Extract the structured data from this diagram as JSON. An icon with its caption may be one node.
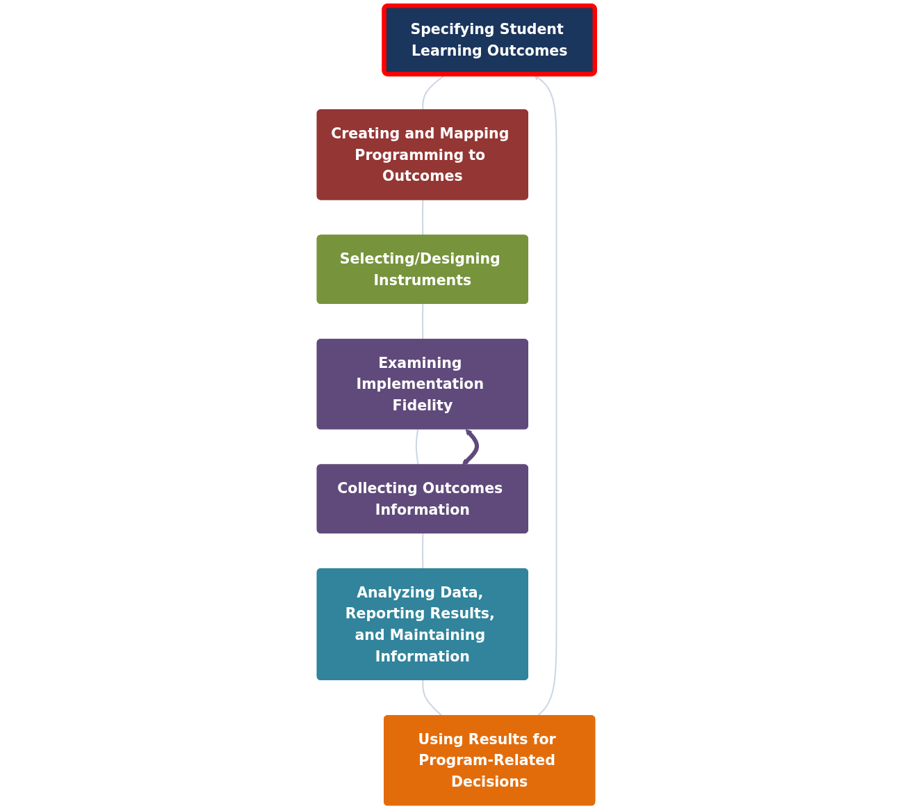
{
  "diagram": {
    "nodes": [
      {
        "text": [
          "Specifying Student Learning Outcomes"
        ]
      },
      {
        "text": [
          "Using Results for Program-Related Decisions"
        ]
      },
      {
        "text": [
          "Creating and Mapping Programming to Outcomes"
        ]
      },
      {
        "text": [
          "Analyzing Data, Reporting Results, and Maintaining Information"
        ]
      },
      {
        "text": [
          "Selecting/Designing Instruments"
        ]
      },
      {
        "text": [
          "Collecting Outcomes Information"
        ]
      },
      {
        "text": [
          "Examining Implementation Fidelity"
        ]
      }
    ],
    "edges": [
      {
        "from": 0,
        "to": 2,
        "arrow": "none"
      },
      {
        "from": 2,
        "to": 4,
        "arrow": "none"
      },
      {
        "from": 4,
        "to": 6,
        "arrow": "none"
      },
      {
        "from": 6,
        "to": 5,
        "arrow": "none"
      },
      {
        "from": 5,
        "to": 6,
        "arrow": "both",
        "style": "thick",
        "color": "#5f4a7b"
      },
      {
        "from": 5,
        "to": 3,
        "arrow": "none"
      },
      {
        "from": 3,
        "to": 1,
        "arrow": "none"
      },
      {
        "from": 1,
        "to": 0,
        "arrow": "to"
      }
    ]
  }
}
